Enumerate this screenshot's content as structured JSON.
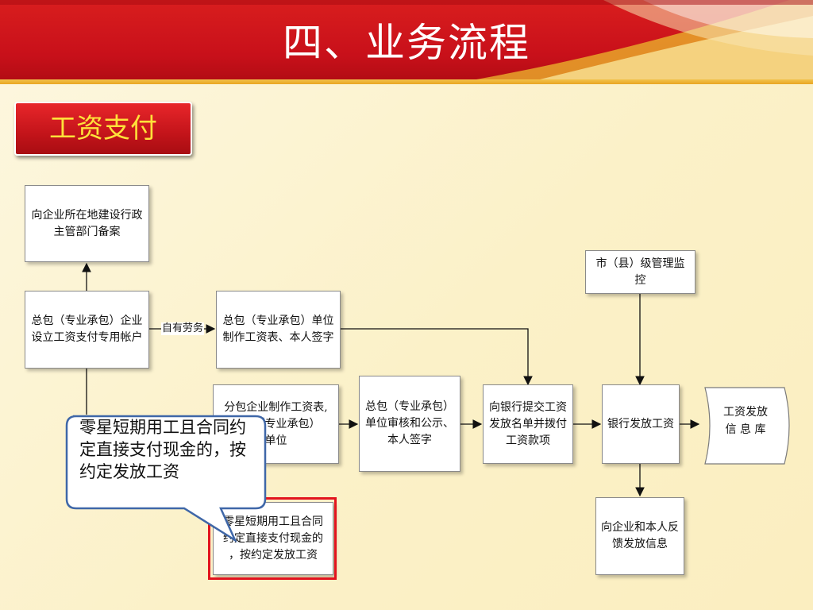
{
  "header": {
    "title": "四、业务流程"
  },
  "section": {
    "label": "工资支付"
  },
  "nodes": {
    "filing": [
      "向企业所在地建设行政",
      "主管部门备案"
    ],
    "account": [
      "总包（专业承包）企业",
      "设立工资支付专用帐户"
    ],
    "make_payroll": [
      "总包（专业承包）单位",
      "制作工资表、本人签字"
    ],
    "sub_payroll": [
      "分包企业制作工资表,",
      "总包（专业承包）",
      "单位"
    ],
    "review": [
      "总包（专业承包）",
      "单位审核和公示、",
      "本人签字"
    ],
    "submit_bank": [
      "向银行提交工资",
      "发放名单并拨付",
      "工资款项"
    ],
    "bank_pay": [
      "银行发放工资"
    ],
    "database": [
      "工资发放",
      "信 息 库"
    ],
    "monitor": [
      "市（县）级管理监控"
    ],
    "feedback": [
      "向企业和本人反",
      "馈发放信息"
    ],
    "casual": [
      "零星短期用工且合同",
      "约定直接支付现金的",
      "，按约定发放工资"
    ]
  },
  "edges": {
    "self_labor": "自有劳务"
  },
  "callout": {
    "text": "零星短期用工且合同约定直接支付现金的，按约定发放工资"
  },
  "colors": {
    "header_red": "#c8101a",
    "label_text": "#ffe23a",
    "highlight_red": "#e2141e"
  }
}
